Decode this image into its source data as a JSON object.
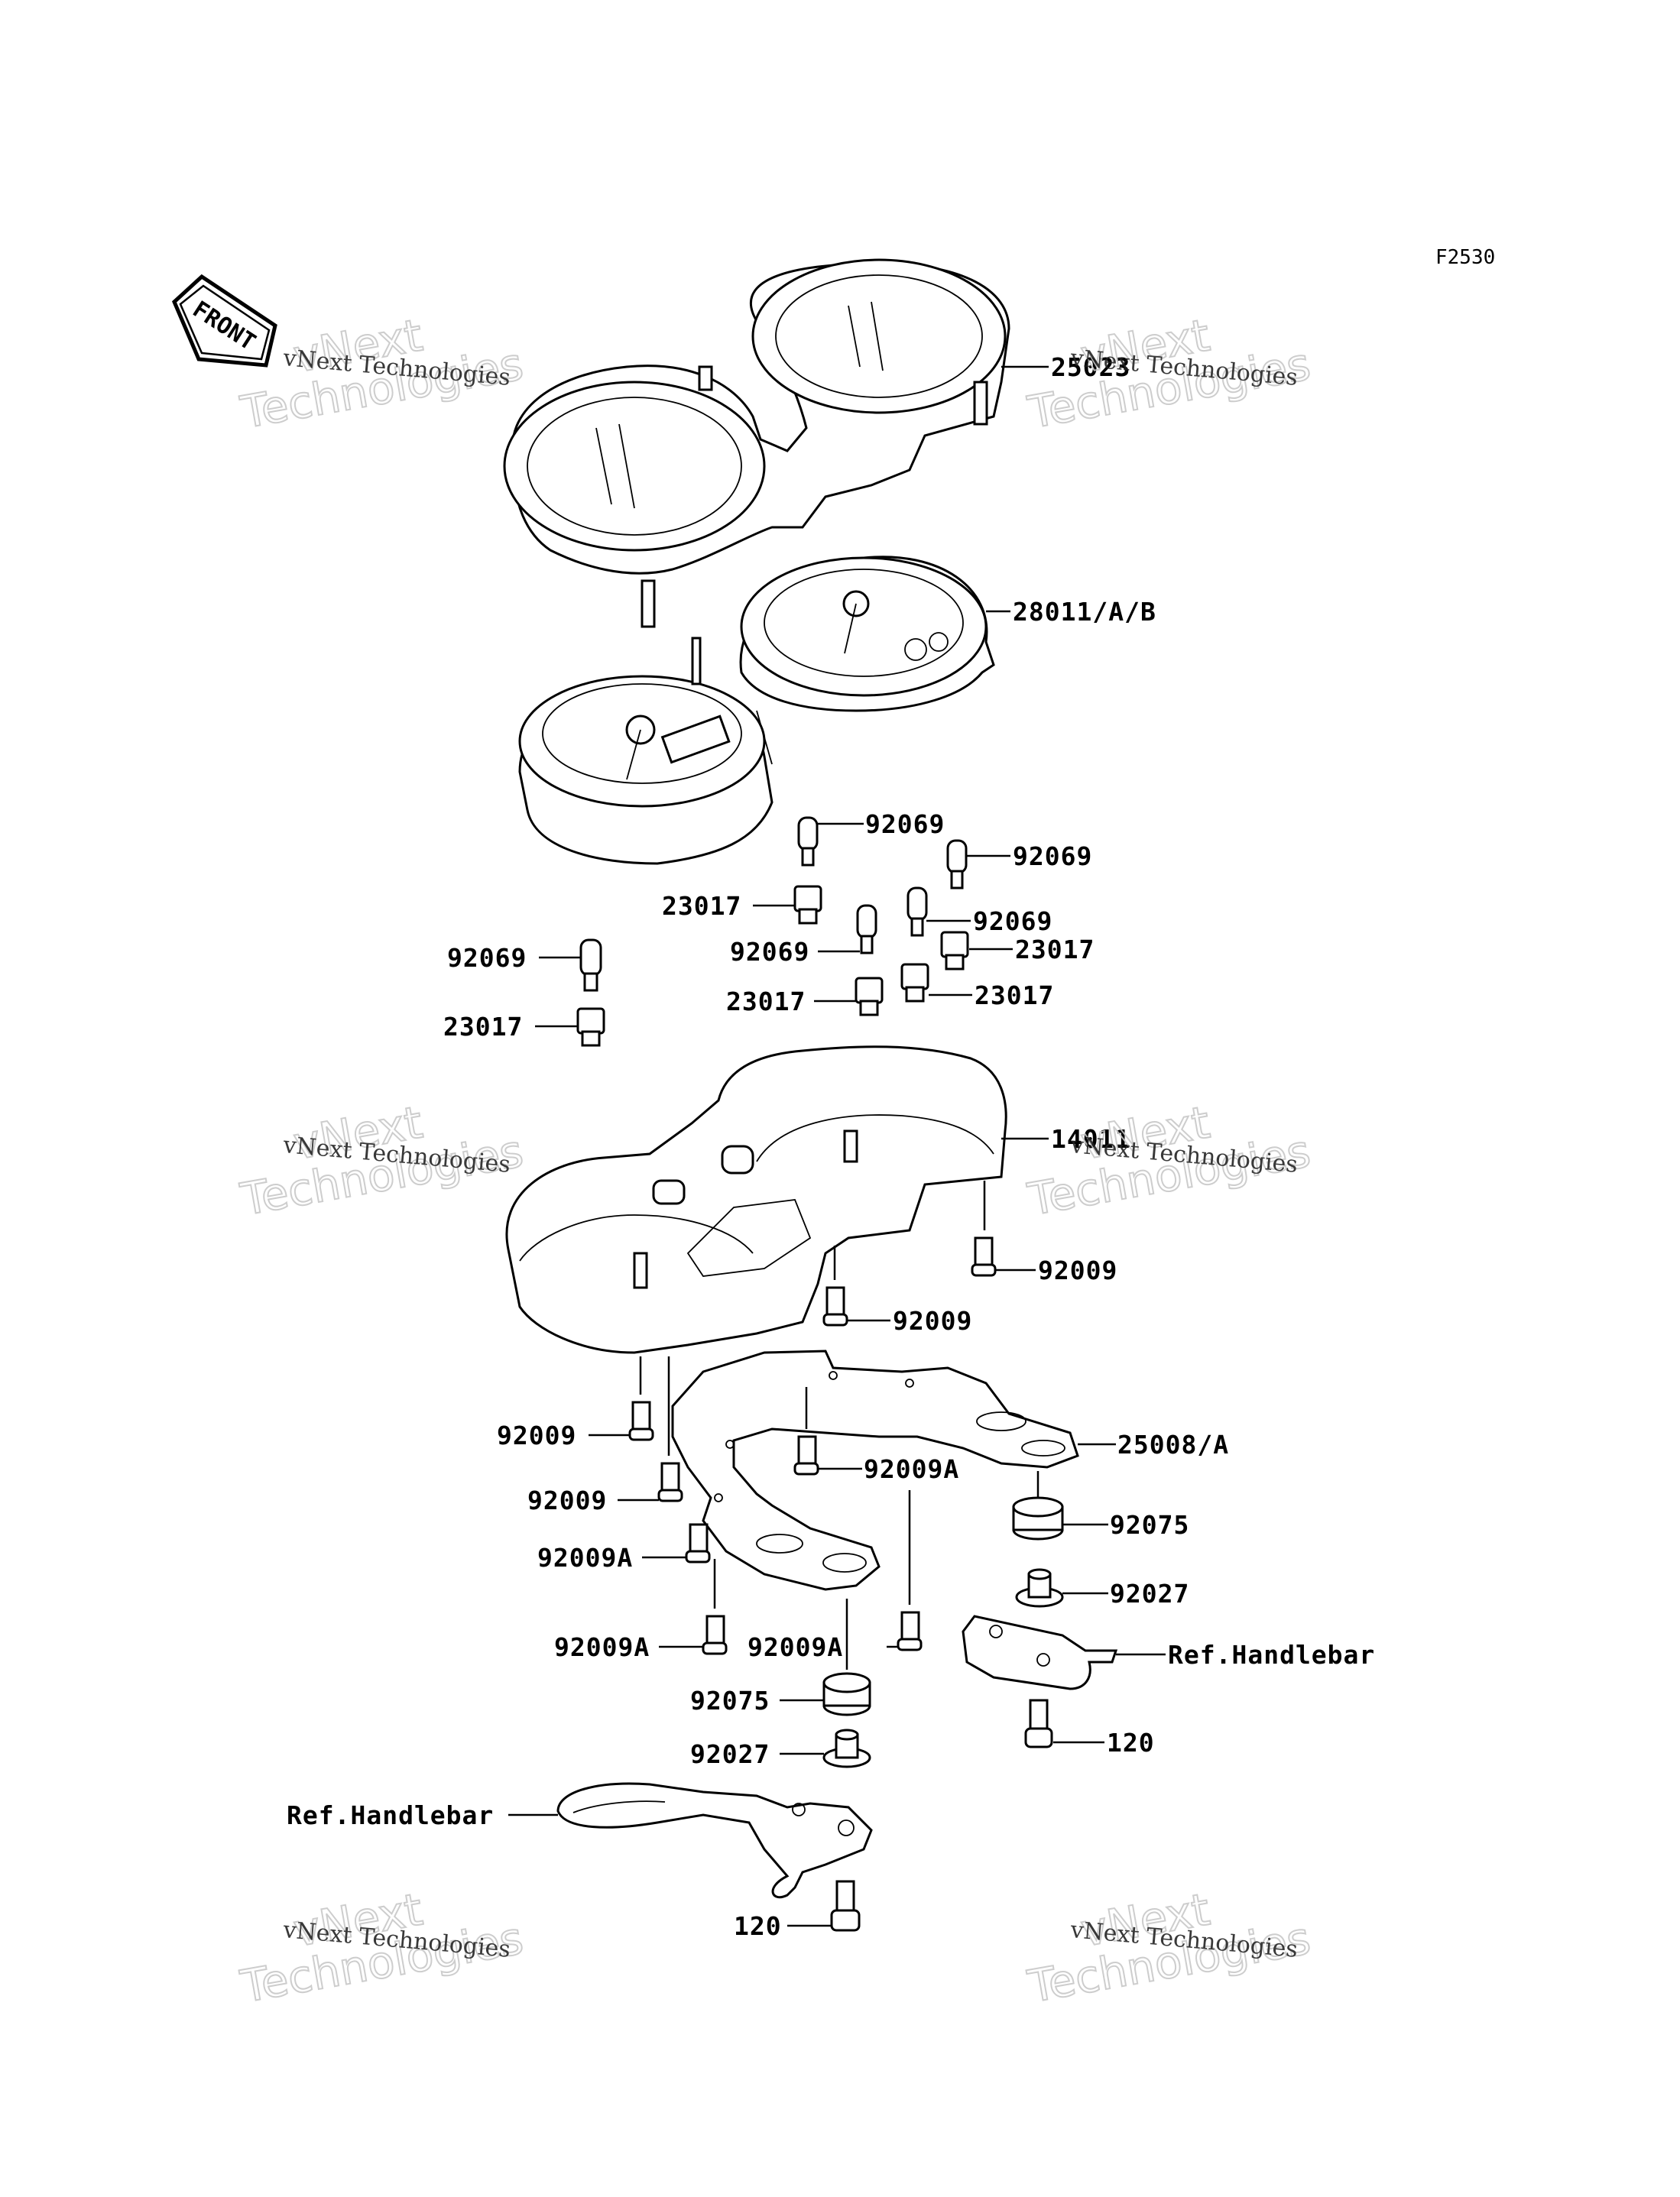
{
  "figure_code": "F2530",
  "front_arrow_label": "FRONT",
  "watermark": {
    "line1": "vNext",
    "line2": "Technologies",
    "caption": "vNext Technologies"
  },
  "labels": {
    "l25023": "25023",
    "l28011": "28011/A/B",
    "l92069_a": "92069",
    "l92069_b": "92069",
    "l92069_c": "92069",
    "l92069_d": "92069",
    "l92069_e": "92069",
    "l23017_a": "23017",
    "l23017_b": "23017",
    "l23017_c": "23017",
    "l23017_d": "23017",
    "l23017_e": "23017",
    "l14011": "14011",
    "l92009_a": "92009",
    "l92009_b": "92009",
    "l92009_c": "92009",
    "l92009_d": "92009",
    "l25008": "25008/A",
    "l92009A_a": "92009A",
    "l92009A_b": "92009A",
    "l92009A_c": "92009A",
    "l92009A_d": "92009A",
    "l92075_a": "92075",
    "l92075_b": "92075",
    "l92027_a": "92027",
    "l92027_b": "92027",
    "l_ref_a": "Ref.Handlebar",
    "l_ref_b": "Ref.Handlebar",
    "l120_a": "120",
    "l120_b": "120"
  }
}
